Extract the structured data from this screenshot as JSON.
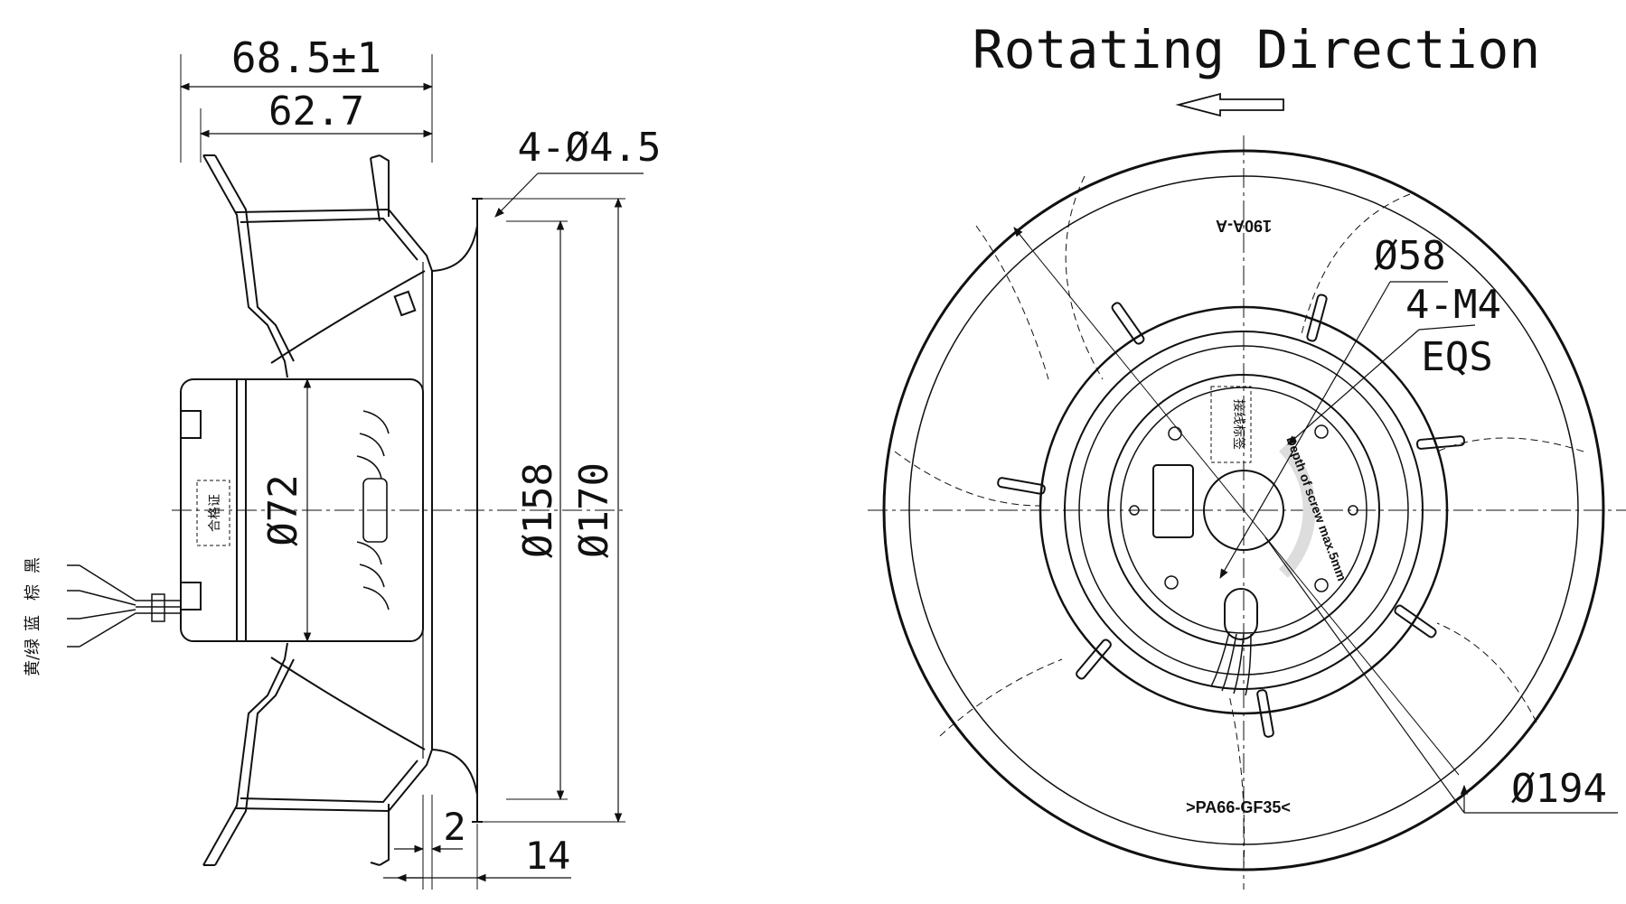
{
  "side_view": {
    "overall_width": "68.5±1",
    "impeller_width": "62.7",
    "mount_holes": "4-Ø4.5",
    "motor_dia": "Ø72",
    "inlet_dia": "Ø158",
    "flange_dia": "Ø170",
    "offset_small": "2",
    "offset_flange": "14",
    "label_tag": "合格证",
    "wires": [
      "黑",
      "棕",
      "蓝",
      "黄/绿"
    ]
  },
  "front_view": {
    "title": "Rotating Direction",
    "hub_dia": "Ø58",
    "screw_spec": "4-M4",
    "screw_pattern": "EQS",
    "outer_dia": "Ø194",
    "blade_mark_top": "190A-A",
    "material_mark": ">PA66-GF35<",
    "connection_label": "接线标签",
    "screw_depth_note": "Depth of screw max.5mm"
  },
  "colors": {
    "line": "#111111",
    "background": "#ffffff"
  }
}
